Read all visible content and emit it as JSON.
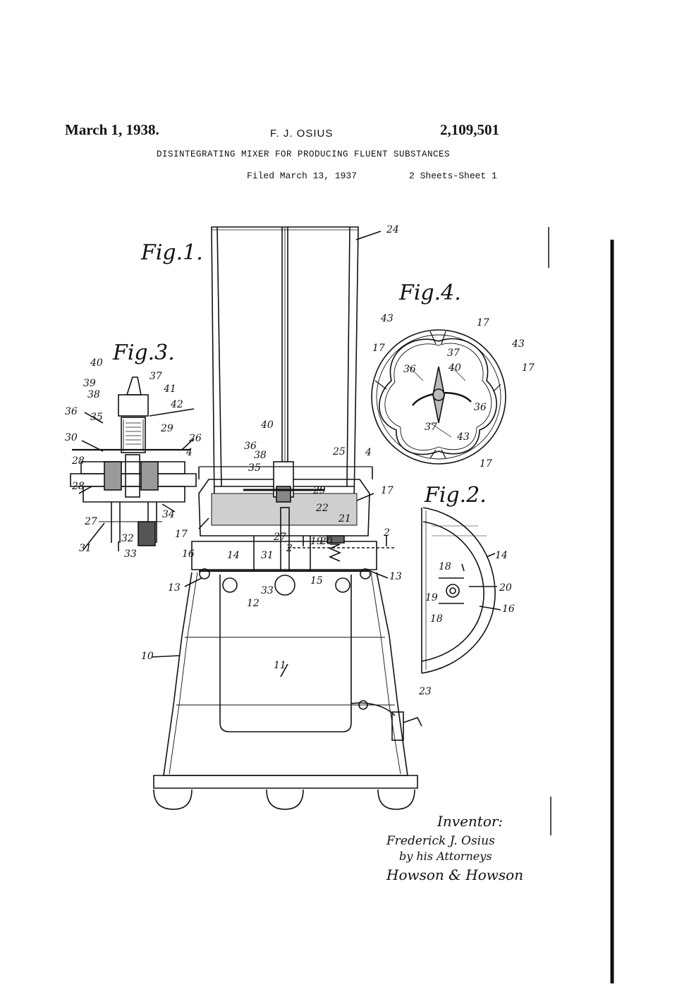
{
  "header": {
    "date": "March 1, 1938.",
    "inventor": "F. J. OSIUS",
    "patent_number": "2,109,501",
    "title": "DISINTEGRATING MIXER FOR PRODUCING FLUENT SUBSTANCES",
    "filed": "Filed March 13, 1937",
    "sheet": "2 Sheets-Sheet 1"
  },
  "figures": {
    "fig1": "Fig.1.",
    "fig2": "Fig.2.",
    "fig3": "Fig.3.",
    "fig4": "Fig.4."
  },
  "signature": {
    "line1": "Inventor:",
    "line2": "Frederick J. Osius",
    "line3": "by his Attorneys",
    "line4": "Howson & Howson"
  },
  "refs": [
    "10",
    "11",
    "12",
    "13",
    "13",
    "14",
    "14",
    "15",
    "16",
    "16",
    "17",
    "17",
    "17",
    "17",
    "17",
    "17",
    "18",
    "18",
    "19",
    "19",
    "20",
    "20",
    "21",
    "22",
    "23",
    "24",
    "25",
    "26",
    "27",
    "27",
    "28",
    "28",
    "29",
    "29",
    "30",
    "31",
    "31",
    "32",
    "33",
    "33",
    "34",
    "35",
    "35",
    "36",
    "36",
    "36",
    "36",
    "37",
    "37",
    "37",
    "38",
    "38",
    "39",
    "40",
    "40",
    "40",
    "41",
    "42",
    "43",
    "43",
    "43",
    "2",
    "2",
    "4",
    "4"
  ]
}
